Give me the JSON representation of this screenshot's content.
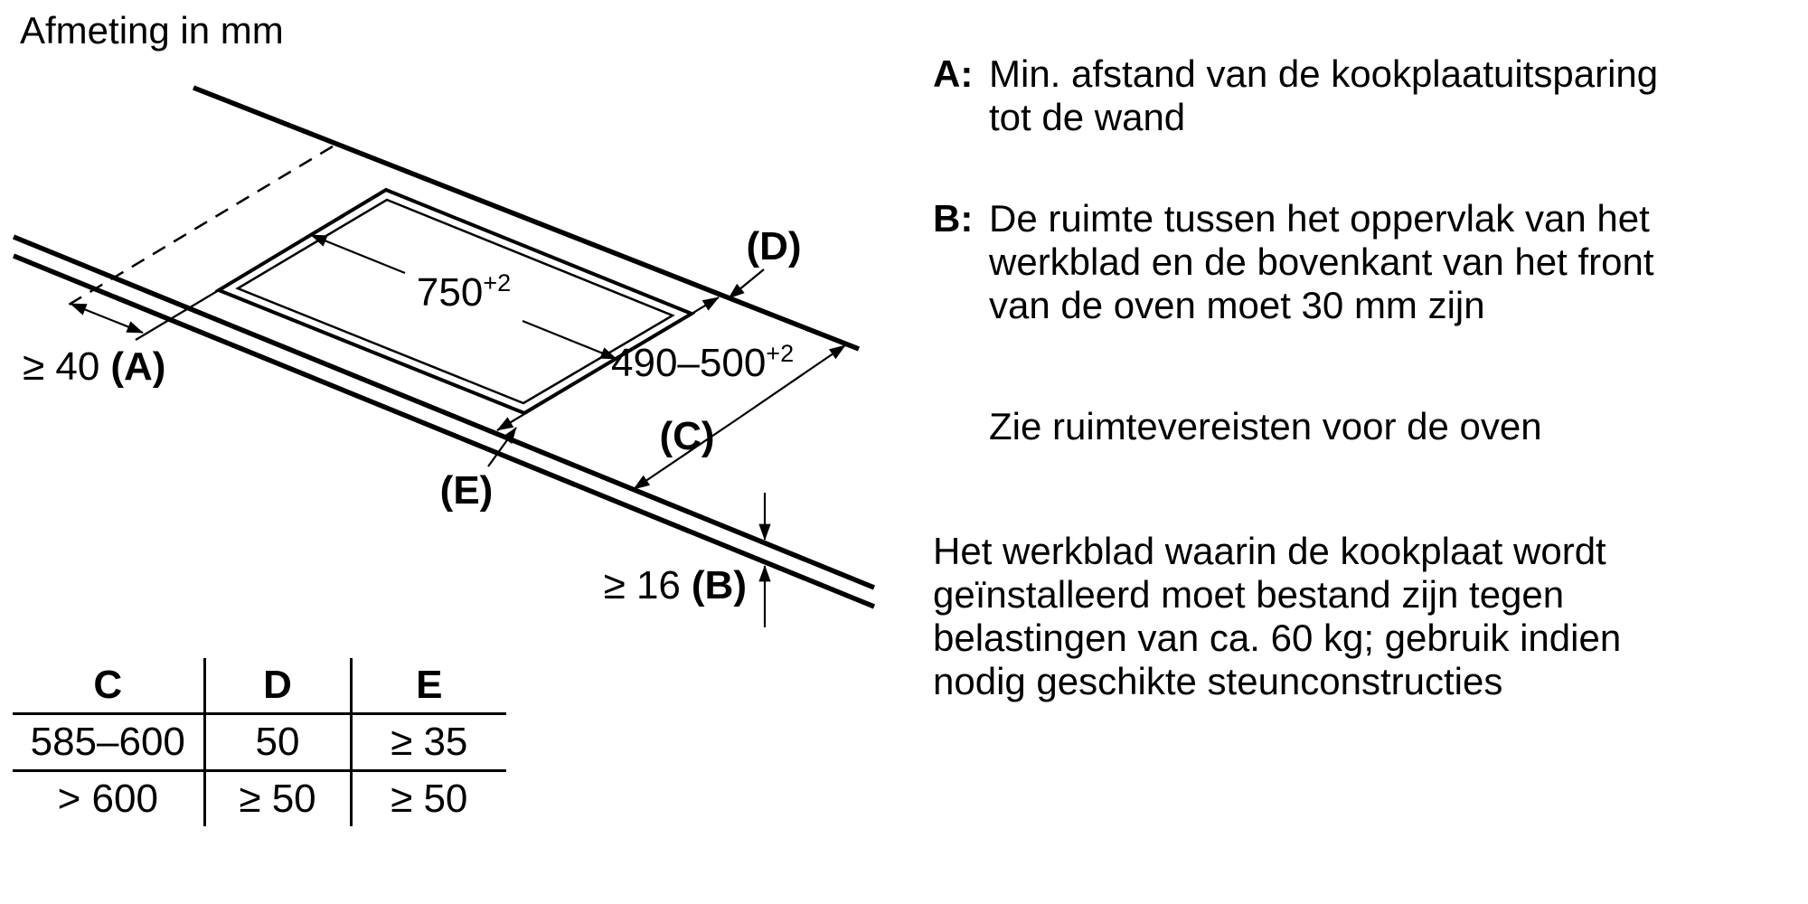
{
  "colors": {
    "ink": "#000000",
    "background": "#ffffff"
  },
  "title": "Afmeting in mm",
  "diagram": {
    "dim_width": {
      "value": "750",
      "tolerance": "+2"
    },
    "dim_depth": {
      "value": "490–500",
      "tolerance": "+2"
    },
    "dim_wall": {
      "value": "≥ 40",
      "label": "(A)"
    },
    "dim_thickness": {
      "value": "≥ 16",
      "label": "(B)"
    },
    "label_c": "(C)",
    "label_d": "(D)",
    "label_e": "(E)"
  },
  "table": {
    "headers": [
      "C",
      "D",
      "E"
    ],
    "rows": [
      [
        "585–600",
        "50",
        "≥ 35"
      ],
      [
        "> 600",
        "≥ 50",
        "≥ 50"
      ]
    ]
  },
  "legend": {
    "item_a": {
      "label": "A:",
      "lines": [
        "Min. afstand van de kookplaatuitsparing",
        "tot de wand"
      ]
    },
    "item_b": {
      "label": "B:",
      "lines": [
        "De ruimte tussen het oppervlak van het",
        "werkblad en de bovenkant van het front",
        "van de oven moet 30 mm zijn"
      ]
    },
    "note_lines": [
      "Zie ruimtevereisten voor de oven"
    ],
    "load_note_lines": [
      "Het werkblad waarin de kookplaat wordt",
      "geïnstalleerd moet bestand zijn tegen",
      "belastingen van ca. 60 kg; gebruik indien",
      "nodig geschikte steunconstructies"
    ]
  }
}
